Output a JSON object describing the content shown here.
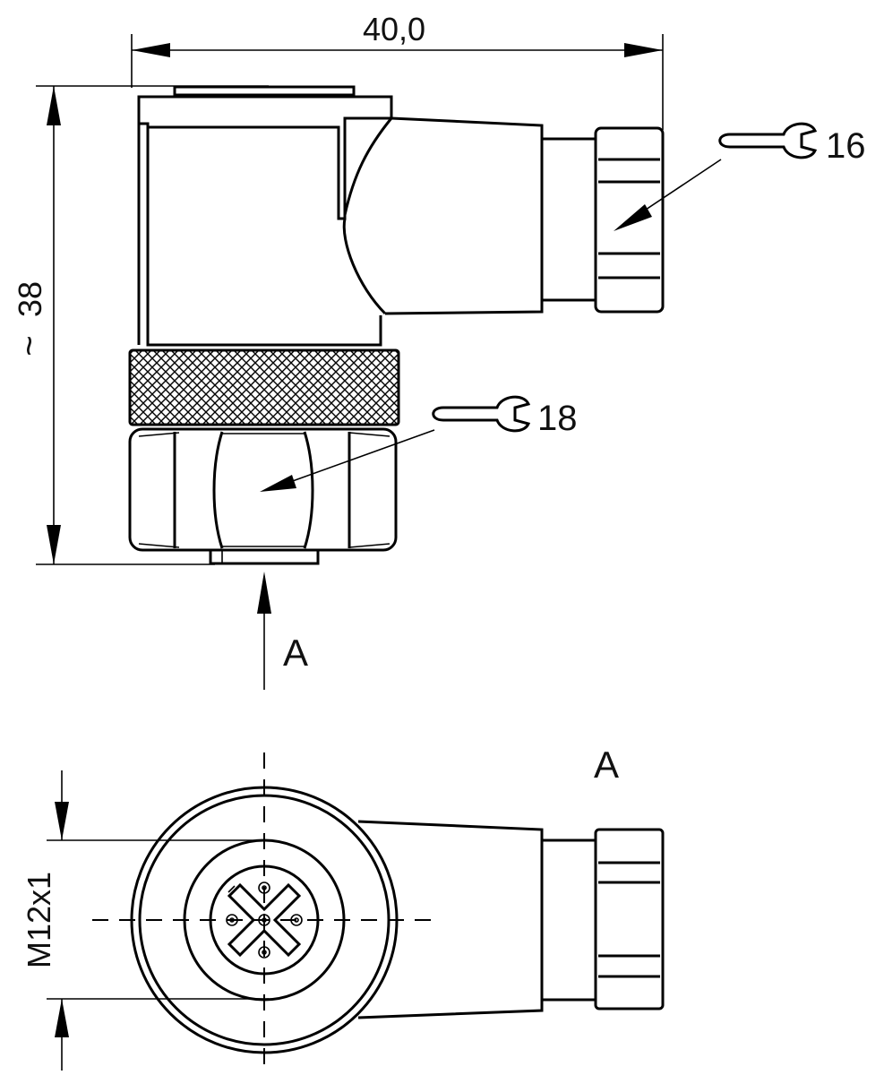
{
  "dimensions": {
    "width_label": "40,0",
    "height_label": "38",
    "approx_symbol": "~",
    "thread_label": "M12x1"
  },
  "callouts": {
    "wrench_top": "16",
    "wrench_bottom": "18"
  },
  "views": {
    "arrow_label": "A",
    "view_label": "A"
  }
}
